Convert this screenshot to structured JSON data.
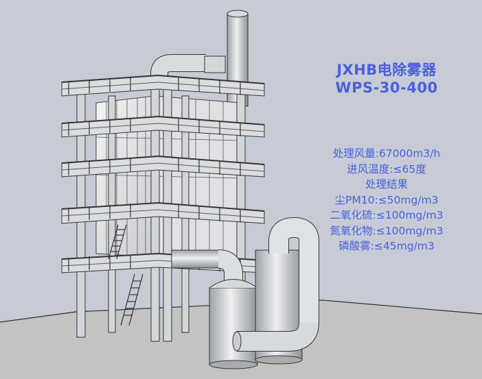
{
  "title": {
    "line1": "JXHB电除雾器",
    "line2": "WPS-30-400"
  },
  "specs": [
    "处理风量:67000m3/h",
    "进风温度:≤65度",
    "处理结果",
    "尘PM10:≤50mg/m3",
    "二氧化硫:≤100mg/m3",
    "氮氧化物:≤100mg/m3",
    "磷酸雾:≤45mg/m3"
  ],
  "colors": {
    "background": "#c6cbd5",
    "floor": "#c3c3c1",
    "text": "#4a5fe0",
    "steel": "#d9dcdf",
    "outline": "#3a3a3a"
  }
}
